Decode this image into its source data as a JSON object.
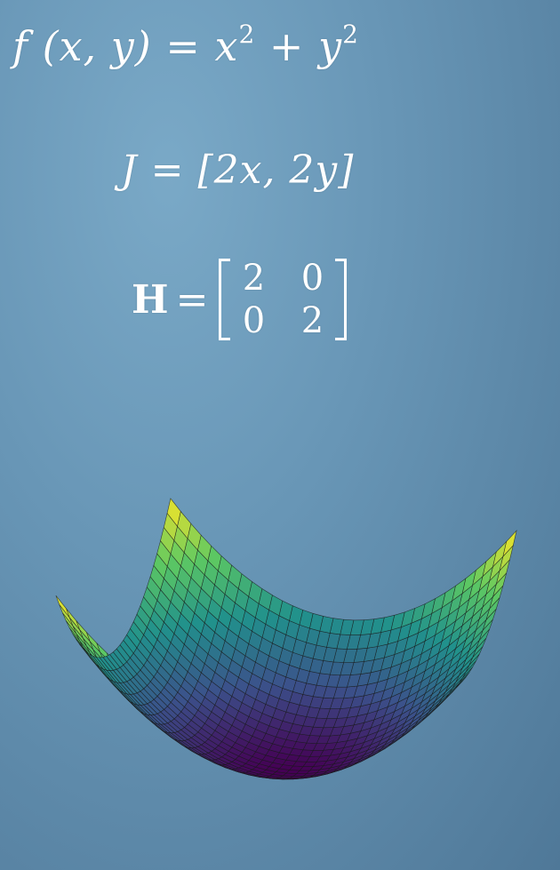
{
  "equations": {
    "function": {
      "lhs": "f (x, y)",
      "eq": " = ",
      "x": "x",
      "x_exp": "2",
      "plus": " + ",
      "y": "y",
      "y_exp": "2"
    },
    "jacobian": {
      "lhs": "J",
      "eq": " = ",
      "rhs": "[2x, 2y]"
    },
    "hessian": {
      "lhs": "H",
      "eq": "=",
      "matrix": [
        [
          "2",
          "0"
        ],
        [
          "0",
          "2"
        ]
      ]
    }
  },
  "surface": {
    "function": "x^2 + y^2",
    "colormap": [
      "#440154",
      "#3b528b",
      "#21918c",
      "#5ec962",
      "#fde725"
    ],
    "mesh_color": "#1a1a1a"
  }
}
